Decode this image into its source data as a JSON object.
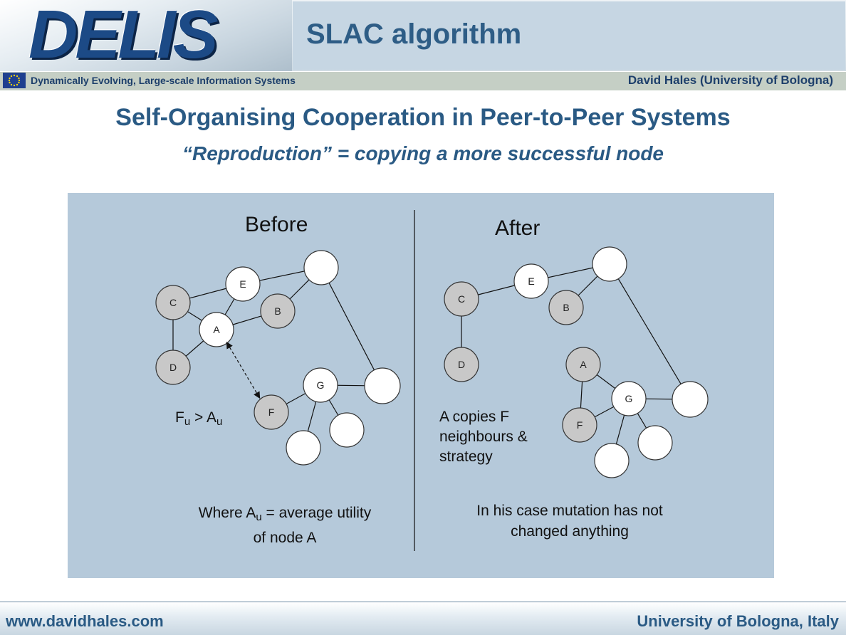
{
  "header": {
    "logo_text": "DELIS",
    "slide_title": "SLAC algorithm",
    "strip_left": "Dynamically Evolving, Large-scale Information Systems",
    "strip_right": "David Hales (University of Bologna)"
  },
  "main": {
    "title": "Self-Organising Cooperation in Peer-to-Peer Systems",
    "subtitle": "“Reproduction” = copying a more successful node"
  },
  "diagram": {
    "before_title": "Before",
    "after_title": "After",
    "fitness": {
      "f": "F",
      "sub": "u",
      "op": " > ",
      "a": "A"
    },
    "copies_note": "A copies F neighbours & strategy",
    "where_note": {
      "prefix": "Where A",
      "sub": "u",
      "rest": " = average utility of node A"
    },
    "mutation_note": "In his case mutation has not changed anything",
    "colors": {
      "grey_node": "#c8c8c8",
      "white_node": "#ffffff",
      "panel": "#b5c9da"
    },
    "before": {
      "nodes": [
        {
          "id": "C",
          "fill": "grey"
        },
        {
          "id": "E",
          "fill": "white"
        },
        {
          "id": "B",
          "fill": "grey"
        },
        {
          "id": "A",
          "fill": "white"
        },
        {
          "id": "D",
          "fill": "grey"
        },
        {
          "id": "G",
          "fill": "white"
        },
        {
          "id": "F",
          "fill": "grey"
        },
        {
          "id": "",
          "fill": "white"
        },
        {
          "id": "",
          "fill": "white"
        },
        {
          "id": "",
          "fill": "white"
        },
        {
          "id": "",
          "fill": "white"
        }
      ]
    },
    "after": {
      "nodes": [
        {
          "id": "C",
          "fill": "grey"
        },
        {
          "id": "E",
          "fill": "white"
        },
        {
          "id": "B",
          "fill": "grey"
        },
        {
          "id": "D",
          "fill": "grey"
        },
        {
          "id": "A",
          "fill": "grey"
        },
        {
          "id": "G",
          "fill": "white"
        },
        {
          "id": "F",
          "fill": "grey"
        },
        {
          "id": "",
          "fill": "white"
        },
        {
          "id": "",
          "fill": "white"
        },
        {
          "id": "",
          "fill": "white"
        },
        {
          "id": "",
          "fill": "white"
        }
      ]
    }
  },
  "footer": {
    "left": "www.davidhales.com",
    "right": "University of Bologna, Italy"
  }
}
